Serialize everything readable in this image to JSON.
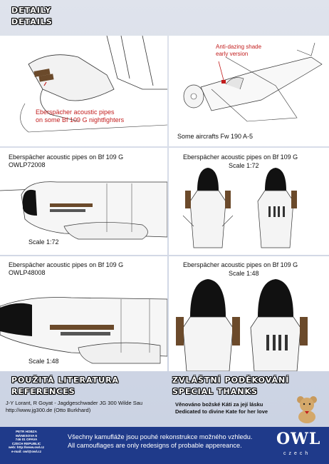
{
  "header": {
    "detail_cz": "DETAILY",
    "detail_en": "DETAILS"
  },
  "panels": {
    "p1": {
      "caption_line1": "Eberspächer acoustic pipes",
      "caption_line2": "on some Bf 109 G nightfighters"
    },
    "p2": {
      "annotation_line1": "Anti-dazing shade",
      "annotation_line2": "early version",
      "caption": "Some aircrafts Fw 190 A-5"
    },
    "p3": {
      "title": "Eberspächer acoustic pipes on Bf 109 G",
      "code": "OWLP72008",
      "scale": "Scale 1:72"
    },
    "p4": {
      "title": "Eberspächer acoustic pipes on Bf 109 G",
      "scale": "Scale 1:72"
    },
    "p5": {
      "title": "Eberspächer acoustic pipes on Bf 109 G",
      "code": "OWLP48008",
      "scale": "Scale 1:48"
    },
    "p6": {
      "title": "Eberspächer acoustic pipes on Bf 109 G",
      "scale": "Scale 1:48"
    }
  },
  "sections": {
    "lit_cz": "POUŽITÁ LITERATURA",
    "lit_en": "REFERENCES",
    "thanks_cz": "ZVLÁŠTNÍ PODĚKOVÁNÍ",
    "thanks_en": "SPECIAL THANKS"
  },
  "references": {
    "line1": "J-Y Lorant, R Goyat - Jagdgeschwader JG 300 Wilde Sau",
    "line2": "http://www.jg300.de (Otto Burkhard)"
  },
  "thanks": {
    "line1": "Věnováno božské Káti za její lásku",
    "line2": "Dedicated to divine Kate for her love"
  },
  "footer": {
    "address": [
      "PETR HOBZA",
      "MÁNESOVA 6",
      "746 01 OPAVA",
      "CZECH REPUBLIC",
      "web: http://www.owl.cz",
      "e-mail: owl@owl.cz"
    ],
    "disclaimer_cz": "Všechny kamufláže jsou pouhé rekonstrukce možného vzhledu.",
    "disclaimer_en": "All camouflages are only redesigns of probable appereance.",
    "logo": "OWL",
    "logo_sub": "czech"
  },
  "colors": {
    "brand_blue": "#1f3a8a",
    "pipe_brown": "#6b4a2b",
    "annotation_red": "#c21d1d"
  }
}
